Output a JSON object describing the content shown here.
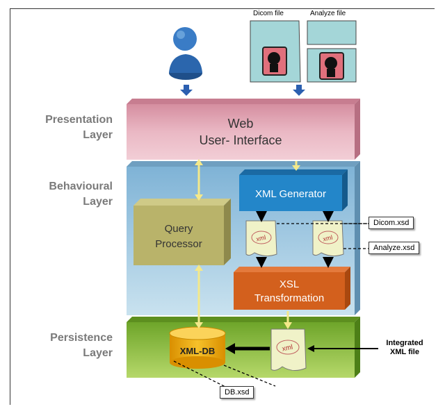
{
  "layers": {
    "presentation": [
      "Presentation",
      "Layer"
    ],
    "behavioural": [
      "Behavioural",
      "Layer"
    ],
    "persistence": [
      "Persistence",
      "Layer"
    ]
  },
  "blocks": {
    "web_ui": [
      "Web",
      "User- Interface"
    ],
    "xml_generator": "XML Generator",
    "query_processor": [
      "Query",
      "Processor"
    ],
    "xsl_transformation": [
      "XSL",
      "Transformation"
    ],
    "xml_db": "XML-DB"
  },
  "files": {
    "dicom_file": "Dicom file",
    "analyze_file": "Analyze file",
    "xml_doc": "xml"
  },
  "schemas": {
    "dicom_xsd": "Dicom.xsd",
    "analyze_xsd": "Analyze.xsd",
    "db_xsd": "DB.xsd"
  },
  "integrated": [
    "Integrated",
    "XML file"
  ],
  "colors": {
    "presentation": "#e7a7b6",
    "behavioural": "#a4cde3",
    "persistence": "#8fc23d",
    "xml_generator": "#2386c9",
    "query_processor": "#b9b36a",
    "xsl_transformation": "#d3601d",
    "db": "#f0a900",
    "arrow_yellow": "#f4e98a"
  }
}
